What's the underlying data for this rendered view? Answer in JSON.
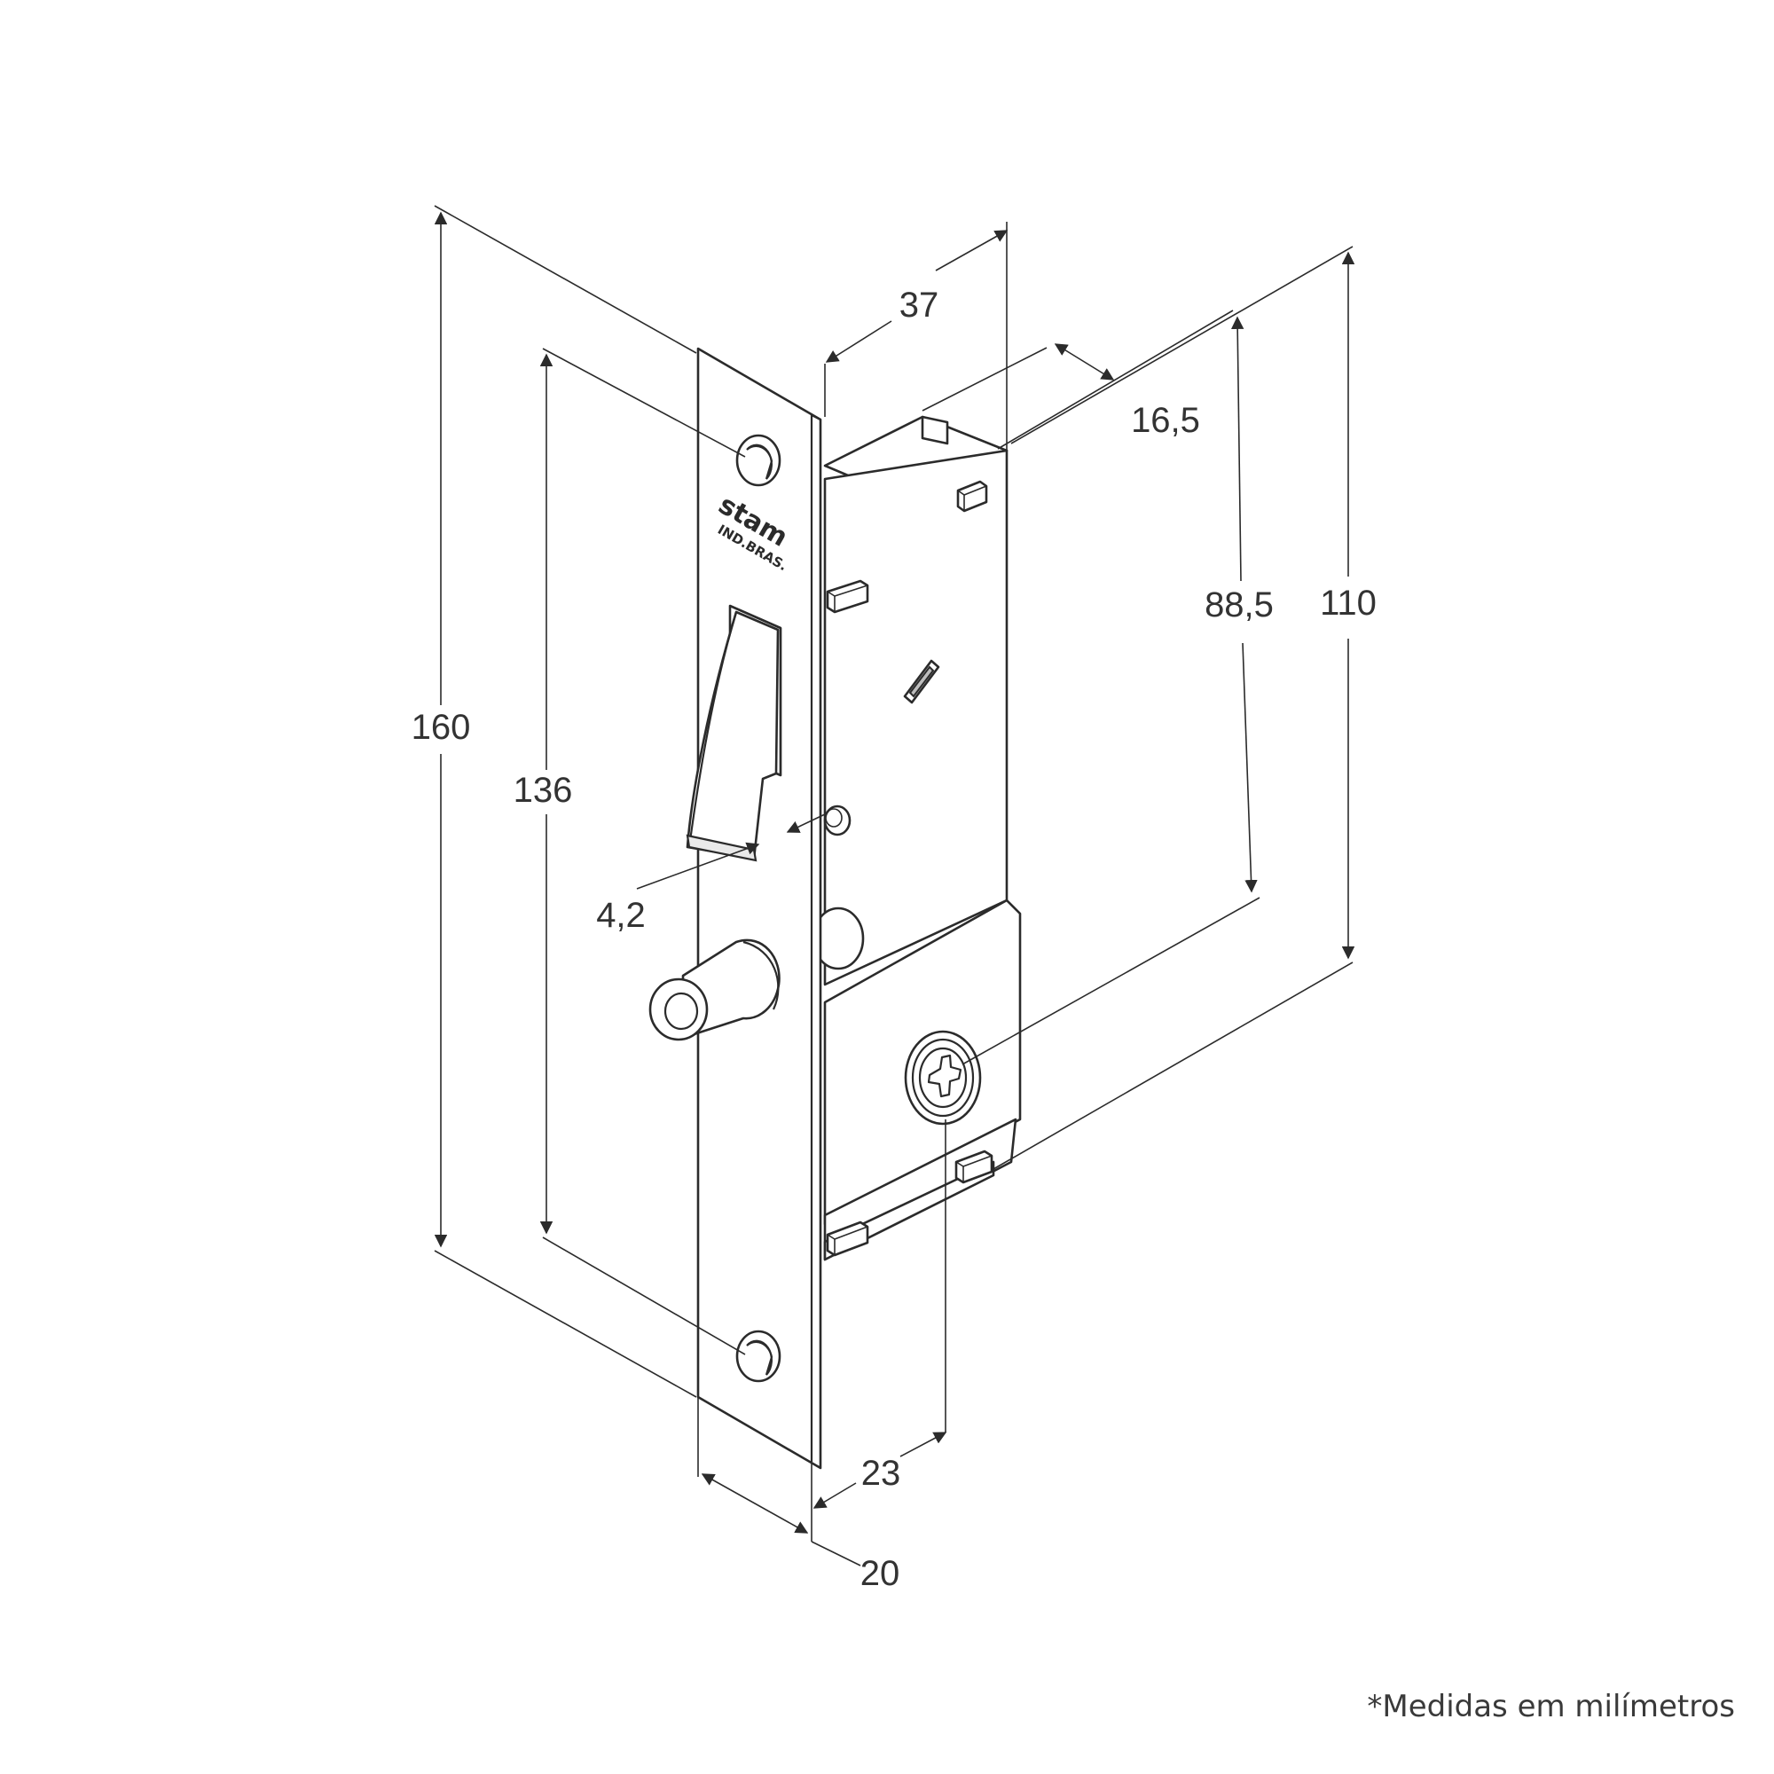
{
  "dimensions": {
    "d160": "160",
    "d136": "136",
    "d4_2": "4,2",
    "d37": "37",
    "d16_5": "16,5",
    "d88_5": "88,5",
    "d110": "110",
    "d23": "23",
    "d20": "20"
  },
  "faceplate": {
    "brand": "stam",
    "origin": "IND.BRAS."
  },
  "note": "*Medidas em milímetros"
}
